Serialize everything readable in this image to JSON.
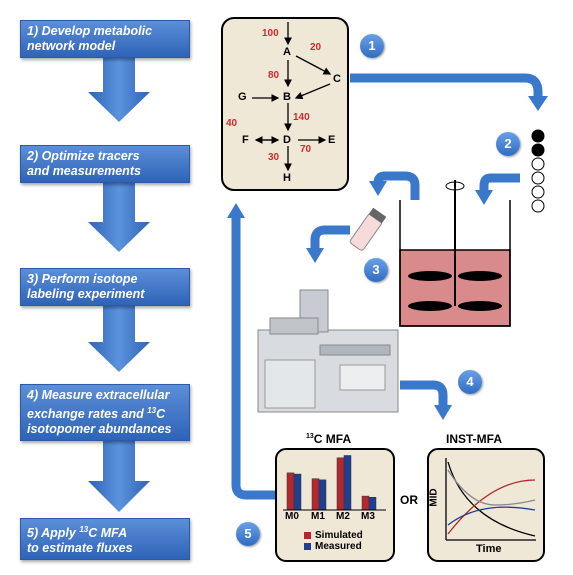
{
  "steps": [
    {
      "prefix": "1) Develop metabolic",
      "line2": "network model"
    },
    {
      "prefix": "2) Optimize tracers",
      "line2": "and measurements"
    },
    {
      "prefix": "3) Perform isotope",
      "line2": "labeling experiment"
    },
    {
      "prefix": "4) Measure extracellular",
      "line2a": "exchange rates and ",
      "sup": "13",
      "line2b": "C",
      "line3": "isotopomer abundances"
    },
    {
      "prefix_a": "5) Apply ",
      "sup": "13",
      "prefix_b": "C MFA",
      "line2": "to estimate fluxes"
    }
  ],
  "numbers": [
    "1",
    "2",
    "3",
    "4",
    "5"
  ],
  "network": {
    "nodes": [
      "A",
      "B",
      "C",
      "D",
      "E",
      "F",
      "G",
      "H"
    ],
    "fluxes": [
      "100",
      "20",
      "80",
      "140",
      "40",
      "70",
      "30"
    ]
  },
  "mfa13c": {
    "title_sup": "13",
    "title_rest": "C MFA",
    "categories": [
      "M0",
      "M1",
      "M2",
      "M3"
    ],
    "legend": [
      "Simulated",
      "Measured"
    ]
  },
  "inst": {
    "title": "INST-MFA",
    "ylabel": "MID",
    "xlabel": "Time"
  },
  "or_label": "OR",
  "colors": {
    "arrow": "#3a78cc",
    "step_box": "#3f74c9",
    "simulated": "#b3282d",
    "measured": "#1f3f8f",
    "reactor_liquid": "#d98a8a",
    "flux_label": "#d0282e"
  },
  "chart_data": {
    "type": "bar",
    "title": "13C MFA",
    "categories": [
      "M0",
      "M1",
      "M2",
      "M3"
    ],
    "series": [
      {
        "name": "Simulated",
        "values": [
          0.32,
          0.27,
          0.45,
          0.12
        ]
      },
      {
        "name": "Measured",
        "values": [
          0.31,
          0.26,
          0.47,
          0.11
        ]
      }
    ]
  }
}
